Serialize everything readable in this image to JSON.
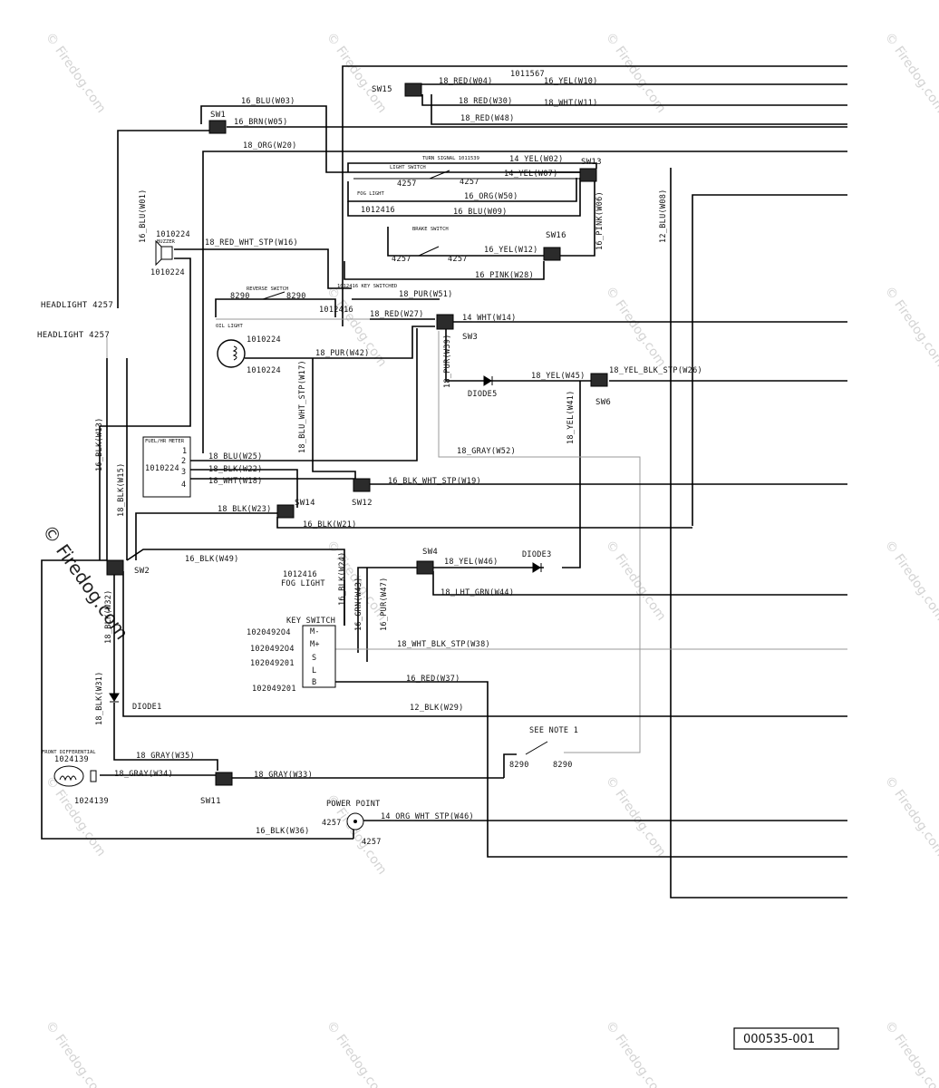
{
  "watermark": {
    "text": "© Firedog.com",
    "main_text": "© Firedog.com"
  },
  "drawing_number": "000535-001",
  "components": {
    "sw1": "SW1",
    "sw2": "SW2",
    "sw3": "SW3",
    "sw4": "SW4",
    "sw6": "SW6",
    "sw11": "SW11",
    "sw12": "SW12",
    "sw13": "SW13",
    "sw14": "SW14",
    "sw15": "SW15",
    "sw16": "SW16",
    "headlight_1": "HEADLIGHT 4257",
    "headlight_2": "HEADLIGHT 4257",
    "buzzer_label": "BUZZER",
    "buzzer_pn_top": "1010224",
    "buzzer_pn_bot": "1010224",
    "oil_light": "OIL LIGHT",
    "oil_pn_top": "1010224",
    "oil_pn_bot": "1010224",
    "reverse_switch": "REVERSE SWITCH",
    "reverse_l": "8290",
    "reverse_r": "8290",
    "pn_1012416_a": "1012416",
    "key_switched": "1012416 KEY SWITCHED",
    "turn_signal": "TURN SIGNAL 1011539",
    "light_switch": "LIGHT SWITCH",
    "light_l": "4257",
    "light_r": "4257",
    "fog_light_small": "FOG LIGHT",
    "fog_pn": "1012416",
    "brake_switch": "BRAKE SWITCH",
    "brake_l": "4257",
    "brake_r": "4257",
    "pn_1011567": "1011567",
    "fuel_meter": "FUEL/HR METER",
    "fuel_pn": "1010224",
    "fuel_pins": [
      "1",
      "2",
      "3",
      "4"
    ],
    "fog_light_pn": "1012416",
    "fog_light": "FOG LIGHT",
    "key_switch": "KEY SWITCH",
    "key_pns": [
      "1020492O4",
      "1020492O4",
      "102049201",
      "102049201"
    ],
    "key_pins": [
      "M-",
      "M+",
      "S",
      "L",
      "B"
    ],
    "diode1": "DIODE1",
    "diode3": "DIODE3",
    "diode5": "DIODE5",
    "front_diff": "FRONT DIFFERENTIAL",
    "front_diff_pn": "1024139",
    "front_diff_pn2": "1024139",
    "see_note": "SEE NOTE 1",
    "note_l": "8290",
    "note_r": "8290",
    "power_point": "POWER POINT",
    "pp_l": "4257",
    "pp_r": "4257"
  },
  "wires": [
    "16_BLU(W03)",
    "16_BRN(W05)",
    "18_ORG(W20)",
    "16_BLU(W01)",
    "18_RED(W04)",
    "16_YEL(W10)",
    "18_RED(W30)",
    "18_WHT(W11)",
    "18_RED(W48)",
    "14_YEL(W02)",
    "14_YEL(W07)",
    "16_ORG(W50)",
    "16_BLU(W09)",
    "16_YEL(W12)",
    "16_PINK(W28)",
    "16_PINK(W06)",
    "12_BLU(W08)",
    "18_RED_WHT_STP(W16)",
    "18_PUR(W51)",
    "18_RED(W27)",
    "14_WHT(W14)",
    "18_PUR(W42)",
    "18_PUR(W39)",
    "18_BLU_WHT_STP(W17)",
    "18_YEL(W45)",
    "18_YEL_BLK_STP(W26)",
    "18_YEL(W41)",
    "18_GRAY(W52)",
    "16_BLK(W13)",
    "18_BLK(W15)",
    "18_BLU(W25)",
    "18_BLK(W22)",
    "18_WHT(W18)",
    "16_BLK_WHT_STP(W19)",
    "18_BLK(W23)",
    "16_BLK(W21)",
    "16_BLK(W49)",
    "16_BLK(W24)",
    "18_YEL(W46)",
    "18_LHT_GRN(W44)",
    "16_GRN(W43)",
    "16_PUR(W47)",
    "18_WHT_BLK_STP(W38)",
    "16_RED(W37)",
    "12_BLK(W29)",
    "18_BLK(W32)",
    "18_BLK(W31)",
    "18_GRAY(W35)",
    "18_GRAY(W34)",
    "18_GRAY(W33)",
    "14_ORG_WHT_STP(W46)",
    "16_BLK(W36)"
  ]
}
